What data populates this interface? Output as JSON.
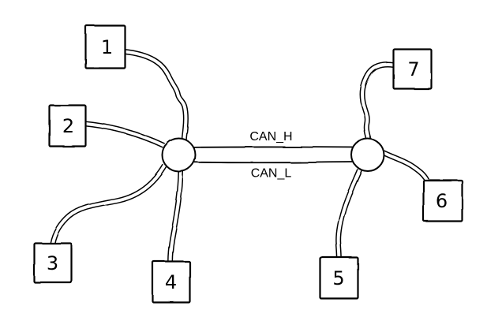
{
  "diagram": {
    "bus": {
      "top_label": "CAN_H",
      "bottom_label": "CAN_L"
    },
    "nodes": [
      {
        "label": "1",
        "hub": "left"
      },
      {
        "label": "2",
        "hub": "left"
      },
      {
        "label": "3",
        "hub": "left"
      },
      {
        "label": "4",
        "hub": "left"
      },
      {
        "label": "5",
        "hub": "right"
      },
      {
        "label": "6",
        "hub": "right"
      },
      {
        "label": "7",
        "hub": "right"
      }
    ],
    "hubs": [
      "left",
      "right"
    ],
    "colors": {
      "stroke": "#000000",
      "background": "#ffffff"
    }
  }
}
